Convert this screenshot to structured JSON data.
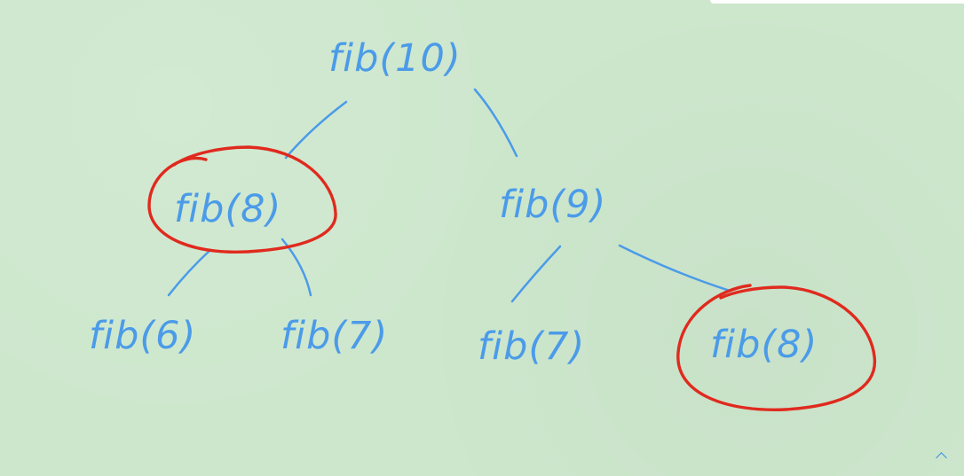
{
  "canvas": {
    "background_color": "#cde7cd",
    "ink_color": "#4b9be8",
    "highlight_color": "#e02a1e"
  },
  "tree": {
    "nodes": [
      {
        "id": "n10",
        "label": "fib(10)"
      },
      {
        "id": "n8a",
        "label": "fib(8)",
        "circled": true
      },
      {
        "id": "n9",
        "label": "fib(9)"
      },
      {
        "id": "n6",
        "label": "fib(6)"
      },
      {
        "id": "n7a",
        "label": "fib(7)"
      },
      {
        "id": "n7b",
        "label": "fib(7)"
      },
      {
        "id": "n8b",
        "label": "fib(8)",
        "circled": true
      }
    ],
    "edges": [
      {
        "from": "n10",
        "to": "n8a"
      },
      {
        "from": "n10",
        "to": "n9"
      },
      {
        "from": "n8a",
        "to": "n6"
      },
      {
        "from": "n8a",
        "to": "n7a"
      },
      {
        "from": "n9",
        "to": "n7b"
      },
      {
        "from": "n9",
        "to": "n8b"
      }
    ]
  },
  "controls": {
    "scroll_top_icon": "chevron-up-icon"
  }
}
